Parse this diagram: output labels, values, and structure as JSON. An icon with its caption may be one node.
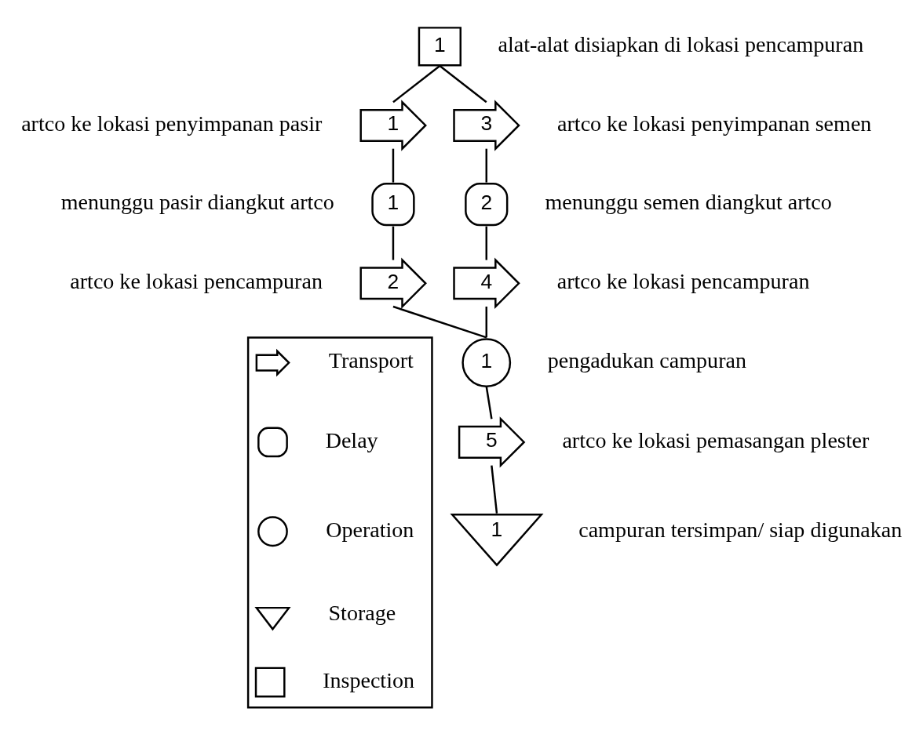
{
  "diagram": {
    "nodes": [
      {
        "text": [
          "1"
        ],
        "beside": [
          "alat-alat disiapkan di lokasi pencampuran"
        ]
      },
      {
        "text": [
          "1"
        ],
        "beside": [
          "artco ke lokasi penyimpanan pasir"
        ]
      },
      {
        "text": [
          "1"
        ],
        "beside": [
          "menunggu pasir diangkut artco"
        ]
      },
      {
        "text": [
          "2"
        ],
        "beside": [
          "artco ke lokasi pencampuran"
        ]
      },
      {
        "text": [
          "3"
        ],
        "beside": [
          "artco ke lokasi penyimpanan semen"
        ]
      },
      {
        "text": [
          "2"
        ],
        "beside": [
          "menunggu semen diangkut artco"
        ]
      },
      {
        "text": [
          "4"
        ],
        "beside": [
          "artco ke lokasi pencampuran"
        ]
      },
      {
        "text": [
          "1"
        ],
        "beside": [
          "pengadukan campuran"
        ]
      },
      {
        "text": [
          "5"
        ],
        "beside": [
          "artco ke lokasi pemasangan plester"
        ]
      },
      {
        "text": [
          "1"
        ],
        "beside": [
          "campuran tersimpan/ siap digunakan"
        ]
      },
      {
        "text": [],
        "shape": "box"
      },
      {
        "text": [],
        "shape": "arrow",
        "in": 10
      },
      {
        "text": [],
        "shape": "semicircle",
        "in": 10
      },
      {
        "text": [],
        "shape": "circle",
        "in": 10
      },
      {
        "text": [],
        "shape": "triangle",
        "in": 10
      },
      {
        "text": [],
        "shape": "box",
        "in": 10
      }
    ],
    "edges": [
      {
        "from": 0,
        "to": 1,
        "arrow": "none"
      },
      {
        "from": 0,
        "to": 4,
        "arrow": "none"
      },
      {
        "from": 1,
        "to": 2,
        "arrow": "none"
      },
      {
        "from": 2,
        "to": 3,
        "arrow": "none"
      },
      {
        "from": 4,
        "to": 5,
        "arrow": "none"
      },
      {
        "from": 5,
        "to": 6,
        "arrow": "none"
      },
      {
        "from": 3,
        "to": 7,
        "arrow": "none"
      },
      {
        "from": 6,
        "to": 7,
        "arrow": "none"
      },
      {
        "from": 7,
        "to": 8,
        "arrow": "none"
      },
      {
        "from": 8,
        "to": 9,
        "arrow": "none"
      }
    ],
    "legend": [
      {
        "text": "Transport"
      },
      {
        "text": "Delay"
      },
      {
        "text": "Operation"
      },
      {
        "text": "Storage"
      },
      {
        "text": "Inspection"
      }
    ]
  }
}
